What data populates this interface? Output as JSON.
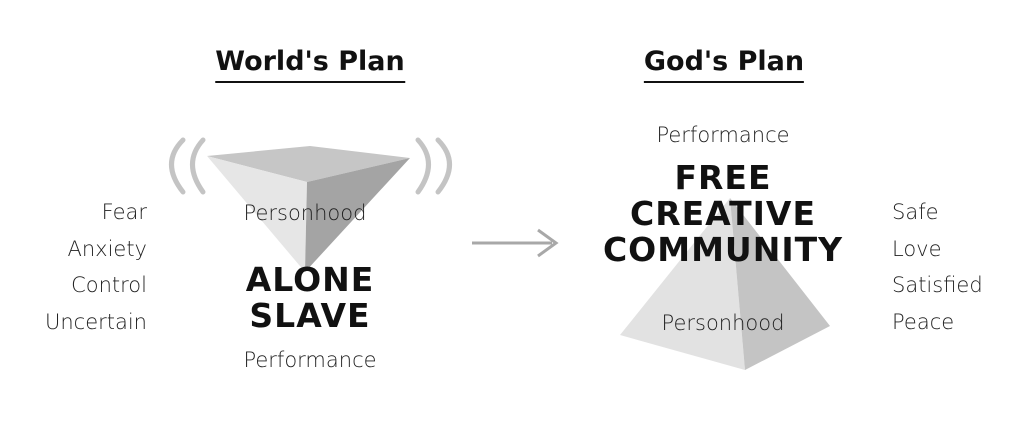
{
  "world": {
    "title": "World's Plan",
    "top_label": "Personhood",
    "bottom_label": "Performance",
    "main_words": [
      "ALONE",
      "SLAVE"
    ],
    "feelings": [
      "Fear",
      "Anxiety",
      "Control",
      "Uncertain"
    ]
  },
  "god": {
    "title": "God's Plan",
    "top_label": "Performance",
    "bottom_label": "Personhood",
    "main_words": [
      "FREE",
      "CREATIVE",
      "COMMUNITY"
    ],
    "feelings": [
      "Safe",
      "Love",
      "Satisfied",
      "Peace"
    ]
  },
  "colors": {
    "light_face": "#e4e4e4",
    "mid_face": "#c8c8c8",
    "dark_face": "#9e9e9e",
    "waves": "#c4c4c4",
    "arrow": "#a8a8a8"
  }
}
